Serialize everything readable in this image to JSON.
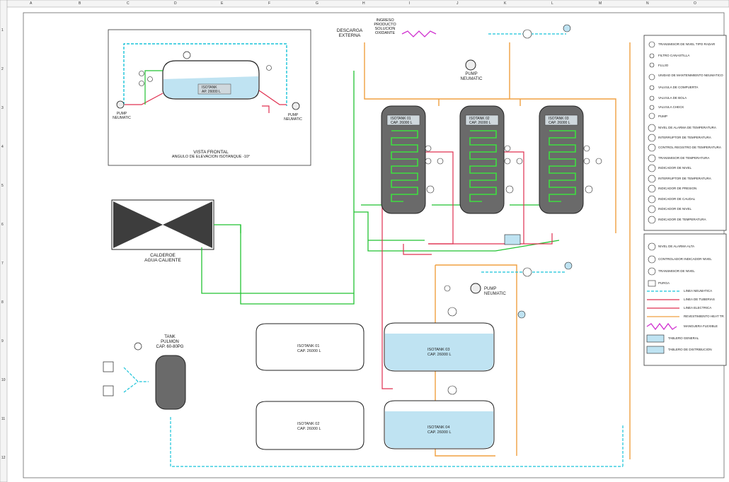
{
  "column_marks": [
    "A",
    "B",
    "C",
    "D",
    "E",
    "F",
    "G",
    "H",
    "I",
    "J",
    "K",
    "L",
    "M",
    "N",
    "O"
  ],
  "row_marks": [
    "1",
    "2",
    "3",
    "4",
    "5",
    "6",
    "7",
    "8",
    "9",
    "10",
    "11",
    "12"
  ],
  "front_view": {
    "title_line1": "VISTA FRONTAL",
    "title_line2": "ANGULO DE ELEVACION ISOTANQUE -10°",
    "left_pump": "PUMP NEUMATIC",
    "right_pump": "PUMP NEUMATIC",
    "tank_label": "ISOTANK",
    "tank_cap": "AP. 26000 L"
  },
  "top_labels": {
    "descarga_line1": "DESCARGA",
    "descarga_line2": "EXTERNA",
    "ingreso_line1": "INGRESO",
    "ingreso_line2": "PRODUCTO",
    "ingreso_line3": "SOLUCION",
    "ingreso_line4": "OXIDANTE",
    "pump_top": "PUMP NEUMATIC"
  },
  "reactors": [
    {
      "name": "ISOTANK 01",
      "cap": "CAP. 26000 L"
    },
    {
      "name": "ISOTANK 02",
      "cap": "CAP. 26000 L"
    },
    {
      "name": "ISOTANK 03",
      "cap": "CAP. 26000 L"
    }
  ],
  "boiler": {
    "line1": "CALDEROE",
    "line2": "AGUA CALIENTE"
  },
  "pulmon_tank": {
    "line1": "TANK",
    "line2": "PULMON",
    "line3": "CAP. 60-80PG"
  },
  "horizontal_tanks": [
    {
      "name": "ISOTANK 01",
      "cap": "CAP. 26000 L"
    },
    {
      "name": "ISOTANK 02",
      "cap": "CAP. 26000 L"
    },
    {
      "name": "ISOTANK 03",
      "cap": "CAP. 26000 L"
    },
    {
      "name": "ISOTANK 04",
      "cap": "CAP. 26000 L"
    }
  ],
  "mid_pump": "PUMP NEUMATIC",
  "legend1": [
    "TRANSMISOR DE NIVEL TIPO RADAR",
    "FILTRO CANASTILLA",
    "FLUJO",
    "UNIDAD DE MANTENIMIENTO NEUMATICO",
    "VALVULA DE COMPUERTA",
    "VALVULA DE BOLA",
    "VALVULA CHECK",
    "PUMP",
    "NIVEL DE ALARMA DE TEMPERATURA",
    "INTERRUPTOR DE TEMPERATURA",
    "CONTROL REGISTRO DE TEMPERATURA",
    "TRANSMISOR DE TEMPERATURA",
    "INDICADOR DE NIVEL",
    "INTERRUPTOR DE TEMPERATURA",
    "INDICADOR DE PRESION",
    "INDICADOR DE CAUDAL",
    "INDICADOR DE NIVEL",
    "INDICADOR DE TEMPERATURA"
  ],
  "legend2": [
    "NIVEL DE ALARMA ALTA",
    "CONTROLADOR INDICADOR NIVEL",
    "TRANSMISOR DE NIVEL",
    "PURGA",
    "LINEA NEUMATICA",
    "LINEA DE TUBERIAS",
    "LINEA ELECTRICA",
    "REVESTIMIENTO HEAT TR.",
    "MANGUERA FLEXIBLE",
    "TABLERO GENERAL",
    "TABLERO DE DISTRIBUCION"
  ],
  "colors": {
    "pneumatic": "#19c3d9",
    "hot_water": "#22c232",
    "pipe": "#f0a040",
    "electric": "#e03050",
    "flex_hose": "#d030d0",
    "reactor_body": "#6a6a6a",
    "coil": "#3ee040",
    "liquid": "#bfe3f2"
  }
}
